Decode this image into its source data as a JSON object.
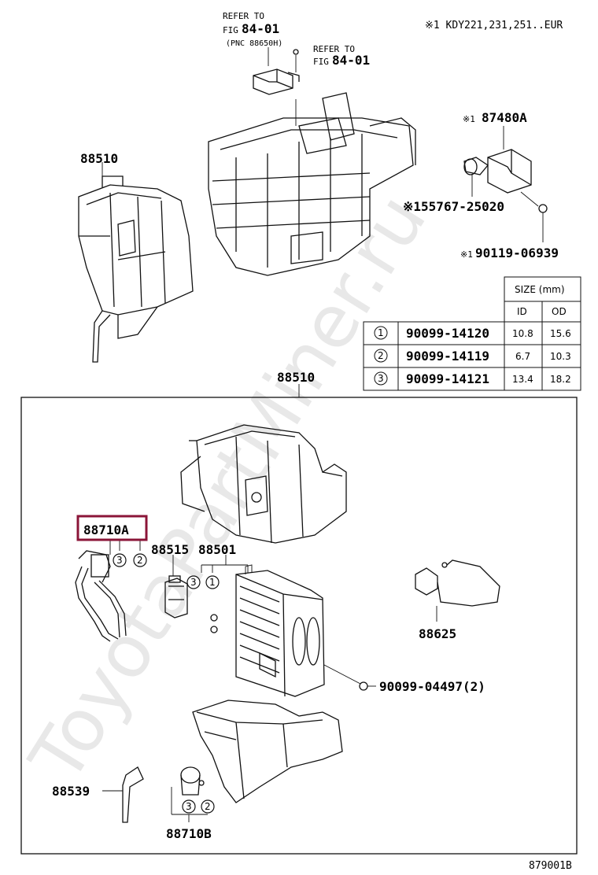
{
  "watermark": "ToyotaPartMiner.ru",
  "note": "※1 KDY221,231,251..EUR",
  "figure_id": "879001B",
  "refer1": {
    "line1": "REFER TO",
    "fig_prefix": "FIG",
    "fig": "84-01",
    "pnc": "(PNC 88650H)"
  },
  "refer2": {
    "line1": "REFER TO",
    "fig_prefix": "FIG",
    "fig": "84-01"
  },
  "parts": {
    "p88510_top": "88510",
    "p87480A": "87480A",
    "p87480A_mark": "※1",
    "p155767": "※155767-25020",
    "p90119": "90119-06939",
    "p90119_mark": "※1",
    "p88510_box": "88510",
    "p88710A": "88710A",
    "p88515": "88515",
    "p88501": "88501",
    "p88625": "88625",
    "p90099_04497": "90099-04497(2)",
    "p88539": "88539",
    "p88710B": "88710B"
  },
  "size_table": {
    "header": "SIZE (mm)",
    "col_id": "ID",
    "col_od": "OD",
    "rows": [
      {
        "num": "1",
        "part": "90099-14120",
        "id": "10.8",
        "od": "15.6"
      },
      {
        "num": "2",
        "part": "90099-14119",
        "id": "6.7",
        "od": "10.3"
      },
      {
        "num": "3",
        "part": "90099-14121",
        "id": "13.4",
        "od": "18.2"
      }
    ]
  },
  "circle_labels": {
    "a": "3",
    "b": "2",
    "c": "3",
    "d": "1",
    "e": "3",
    "f": "2"
  },
  "highlight_color": "#8b1538"
}
